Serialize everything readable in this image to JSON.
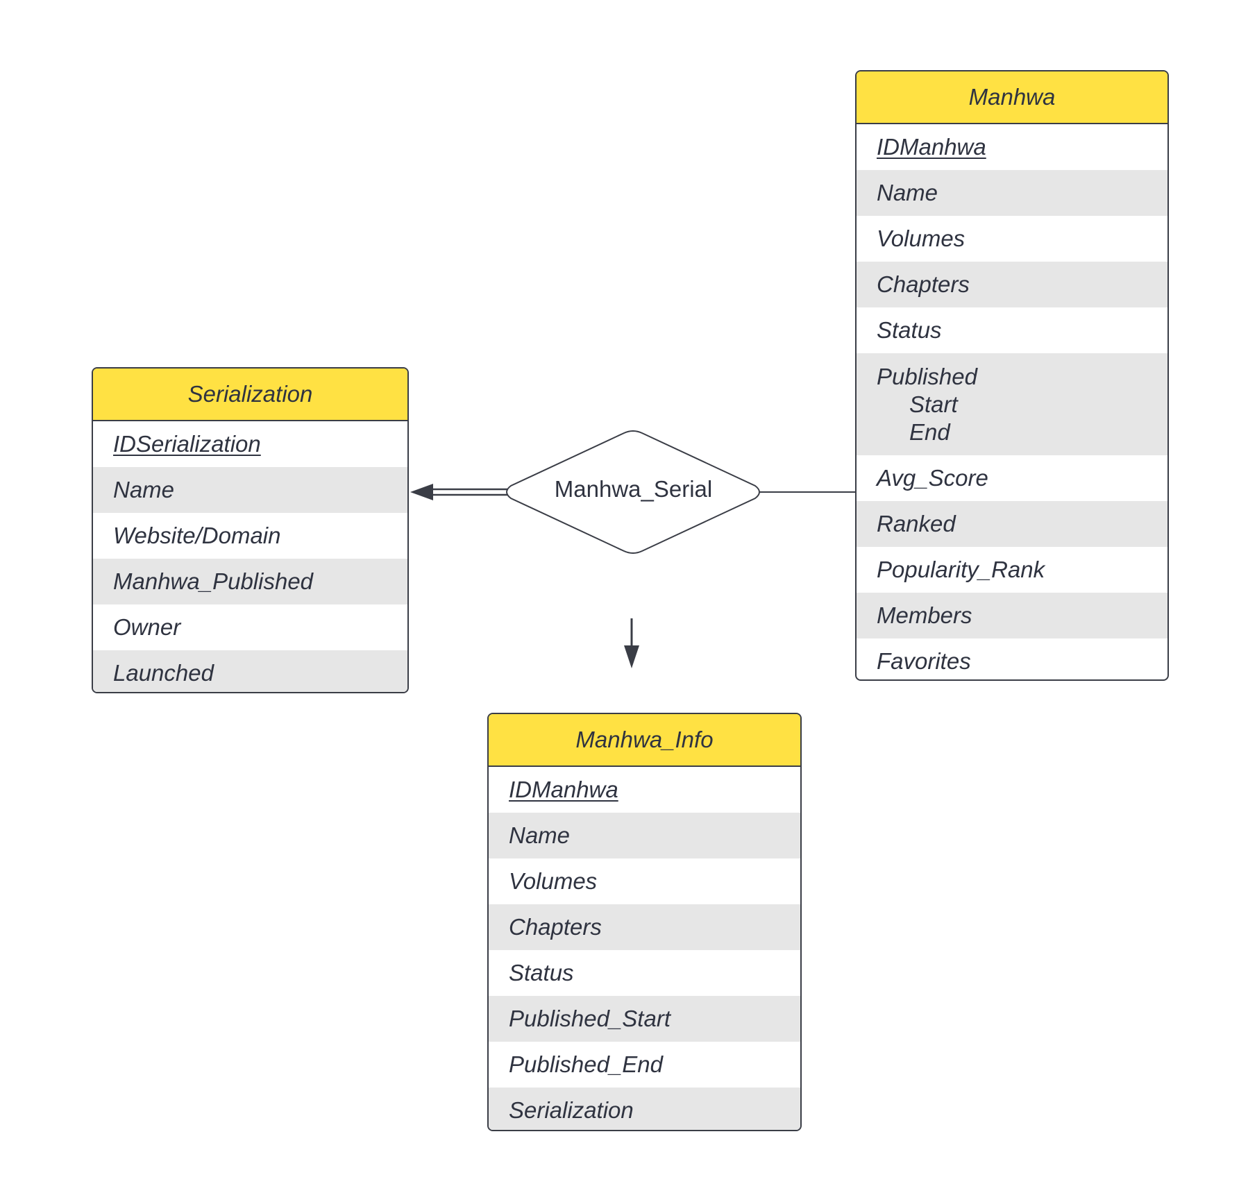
{
  "relationship": {
    "label": "Manhwa_Serial"
  },
  "entities": {
    "serialization": {
      "title": "Serialization",
      "attributes": [
        "IDSerialization",
        "Name",
        "Website/Domain",
        "Manhwa_Published",
        "Owner",
        "Launched"
      ],
      "key": "IDSerialization"
    },
    "manhwa": {
      "title": "Manhwa",
      "attributes": [
        "IDManhwa",
        "Name",
        "Volumes",
        "Chapters",
        "Status",
        "Published",
        "Avg_Score",
        "Ranked",
        "Popularity_Rank",
        "Members",
        "Favorites"
      ],
      "published_sub": [
        "Start",
        "End"
      ],
      "key": "IDManhwa"
    },
    "manhwa_info": {
      "title": "Manhwa_Info",
      "attributes": [
        "IDManhwa",
        "Name",
        "Volumes",
        "Chapters",
        "Status",
        "Published_Start",
        "Published_End",
        "Serialization"
      ],
      "key": "IDManhwa"
    }
  },
  "colors": {
    "header": "#ffe143",
    "row_shade": "#e6e6e6",
    "border": "#3a3d46",
    "text": "#2f3340"
  }
}
